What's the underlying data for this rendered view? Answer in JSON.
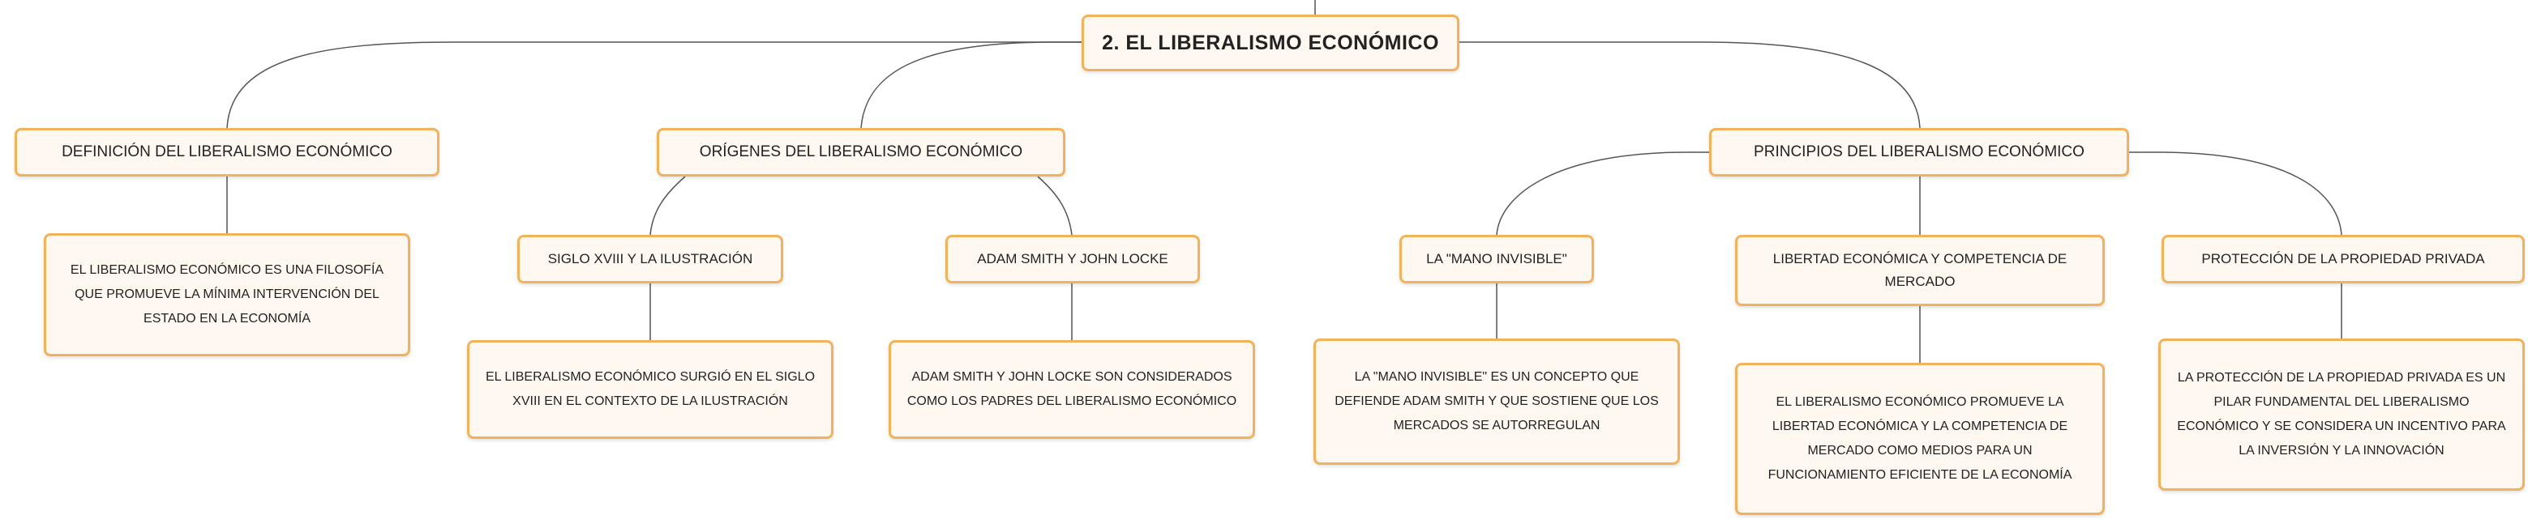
{
  "root": {
    "label": "2. EL LIBERALISMO ECONÓMICO"
  },
  "definicion": {
    "label": "DEFINICIÓN DEL LIBERALISMO ECONÓMICO",
    "detail": "EL LIBERALISMO ECONÓMICO ES UNA FILOSOFÍA QUE PROMUEVE LA MÍNIMA INTERVENCIÓN DEL ESTADO EN LA ECONOMÍA"
  },
  "origenes": {
    "label": "ORÍGENES DEL LIBERALISMO ECONÓMICO",
    "children": [
      {
        "label": "SIGLO XVIII Y LA ILUSTRACIÓN",
        "detail": "EL LIBERALISMO ECONÓMICO SURGIÓ EN EL SIGLO XVIII EN EL CONTEXTO DE LA ILUSTRACIÓN"
      },
      {
        "label": "ADAM SMITH Y JOHN LOCKE",
        "detail": "ADAM SMITH Y JOHN LOCKE SON CONSIDERADOS COMO LOS PADRES DEL LIBERALISMO ECONÓMICO"
      }
    ]
  },
  "principios": {
    "label": "PRINCIPIOS DEL LIBERALISMO ECONÓMICO",
    "children": [
      {
        "label": "LA \"MANO INVISIBLE\"",
        "detail": "LA \"MANO INVISIBLE\" ES UN CONCEPTO QUE DEFIENDE ADAM SMITH Y QUE SOSTIENE QUE LOS MERCADOS SE AUTORREGULAN"
      },
      {
        "label": "LIBERTAD ECONÓMICA Y COMPETENCIA DE MERCADO",
        "detail": "EL LIBERALISMO ECONÓMICO PROMUEVE LA LIBERTAD ECONÓMICA Y LA COMPETENCIA DE MERCADO COMO MEDIOS PARA UN FUNCIONAMIENTO EFICIENTE DE LA ECONOMÍA"
      },
      {
        "label": "PROTECCIÓN DE LA PROPIEDAD PRIVADA",
        "detail": "LA PROTECCIÓN DE LA PROPIEDAD PRIVADA ES UN PILAR FUNDAMENTAL DEL LIBERALISMO ECONÓMICO Y SE CONSIDERA UN INCENTIVO PARA LA INVERSIÓN Y LA INNOVACIÓN"
      }
    ]
  },
  "colors": {
    "node_border": "#f2b25c",
    "node_fill": "#fff8f1",
    "connector": "#555555"
  }
}
